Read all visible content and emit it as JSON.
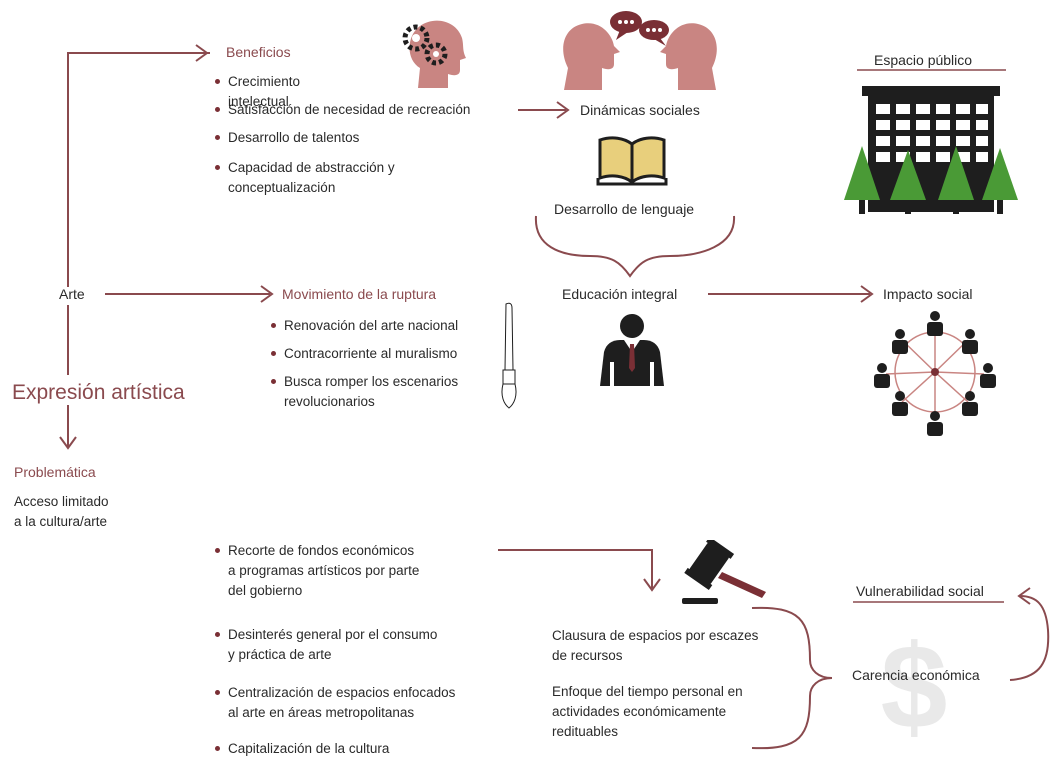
{
  "colors": {
    "accent": "#8a4a4e",
    "dark": "#1e1e1e",
    "head": "#c98582",
    "tree": "#4a9a36",
    "book": "#e8cf7c"
  },
  "icons": [
    "gears-head-icon",
    "speech-bubble-heads-icon",
    "book-icon",
    "building-trees-icon",
    "paintbrush-icon",
    "person-suit-icon",
    "network-people-icon",
    "gavel-icon",
    "dollar-icon"
  ],
  "labels": {
    "title": "Expresión artística",
    "arte": "Arte",
    "beneficios": "Beneficios",
    "dinamicas": "Dinámicas sociales",
    "desarrollo_lenguaje": "Desarrollo de lenguaje",
    "educacion": "Educación integral",
    "impacto": "Impacto social",
    "espacio": "Espacio público",
    "movimiento": "Movimiento de la ruptura",
    "problematica": "Problemática",
    "acceso": [
      "Acceso limitado",
      "a la cultura/arte"
    ],
    "vulnerabilidad": "Vulnerabilidad social",
    "carencia": "Carencia económica"
  },
  "beneficios": [
    [
      "Crecimiento intelectual"
    ],
    [
      "Satisfacción de necesidad de recreación"
    ],
    [
      "Desarrollo de talentos"
    ],
    [
      "Capacidad de abstracción y",
      "conceptualización"
    ]
  ],
  "movimiento": [
    [
      "Renovación del arte nacional"
    ],
    [
      "Contracorriente al muralismo"
    ],
    [
      "Busca romper los escenarios",
      "revolucionarios"
    ]
  ],
  "problemas": [
    [
      "Recorte de fondos económicos",
      "a programas artísticos por parte",
      "del gobierno"
    ],
    [
      "Desinterés general por el consumo",
      "y práctica de arte"
    ],
    [
      "Centralización de espacios enfocados",
      "al arte en áreas metropolitanas"
    ],
    [
      "Capitalización de la cultura"
    ]
  ],
  "consecuencias": [
    [
      "Clausura de espacios por escazes",
      "de recursos"
    ],
    [
      "Enfoque del tiempo personal en",
      "actividades económicamente",
      "redituables"
    ]
  ]
}
